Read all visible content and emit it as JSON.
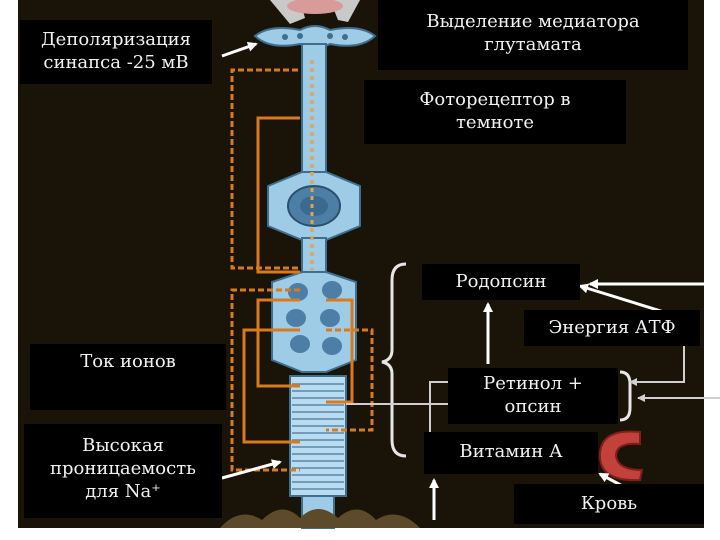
{
  "colors": {
    "background": "#1a1408",
    "cell_body": "#9ecbe6",
    "cell_outline": "#3f6f8f",
    "current_path": "#d97a1e",
    "blood": "#c2413a",
    "label_bg": "#000000",
    "label_text": "#f2f2f2",
    "arrow": "#ffffff"
  },
  "labels": {
    "depolarization": {
      "line1": "Деполяризация",
      "line2": "синапса -25 мВ"
    },
    "mediator": {
      "line1": "Выделение медиатора",
      "line2": "глутамата"
    },
    "photoreceptor": {
      "line1": "Фоторецептор в",
      "line2": "темноте"
    },
    "rhodopsin": "Родопсин",
    "atp": "Энергия АТФ",
    "ion_current": "Ток ионов",
    "retinol": {
      "line1": "Ретинол +",
      "line2": "опсин"
    },
    "vitamin_a": "Витамин А",
    "blood": "Кровь",
    "permeability": {
      "line1": "Высокая",
      "line2": "проницаемость",
      "line3": "для Na⁺"
    }
  }
}
